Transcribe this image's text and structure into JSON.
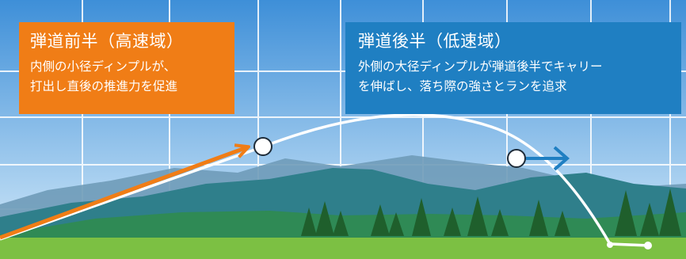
{
  "colors": {
    "sky_top": "#3e8fd8",
    "sky_bottom": "#d7ecfa",
    "grid": "#ffffff",
    "mountain_far": "#6f9bb8",
    "mountain_near": "#2f7f8b",
    "hills": "#2f8a55",
    "trees": "#1f5f2c",
    "ground": "#7cc043",
    "early_panel": "#f07d16",
    "late_panel": "#1f7fc2",
    "orange_arrow": "#f07d16",
    "blue_arrow": "#1f7fc2",
    "trajectory": "#ffffff"
  },
  "early_phase": {
    "title": "弾道前半（高速域）",
    "lines": [
      "内側の小径ディンプルが、",
      "打出し直後の推進力を促進"
    ]
  },
  "late_phase": {
    "title": "弾道後半（低速域）",
    "lines": [
      "外側の大径ディンプルが弾道後半でキャリー",
      "を伸ばし、落ち際の強さとランを追求"
    ]
  }
}
